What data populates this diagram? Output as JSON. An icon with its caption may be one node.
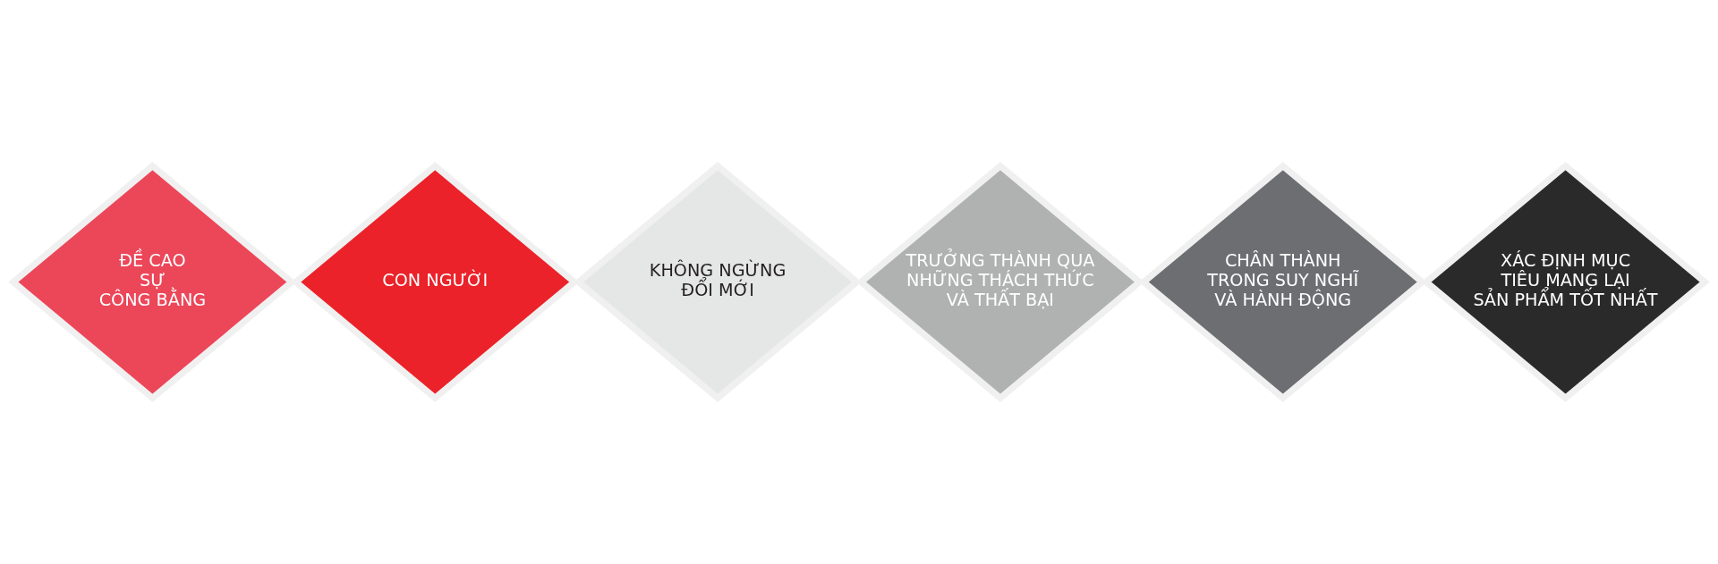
{
  "diagram": {
    "nodes": [
      {
        "text": [
          "ĐỀ CAO SỰ CÔNG BẰNG"
        ]
      },
      {
        "text": [
          "CON NGƯỜI"
        ]
      },
      {
        "text": [
          "KHÔNG NGỪNG ĐỔI MỚI"
        ]
      },
      {
        "text": [
          "TRƯỞNG THÀNH QUA NHỮNG THÁCH THỨC VÀ THẤT BẠI"
        ]
      },
      {
        "text": [
          "CHÂN THÀNH TRONG SUY NGHĨ VÀ HÀNH ĐỘNG"
        ]
      },
      {
        "text": [
          "XÁC ĐỊNH MỤC TIÊU MANG LẠI SẢN PHẨM TỐT NHẤT"
        ]
      }
    ]
  }
}
